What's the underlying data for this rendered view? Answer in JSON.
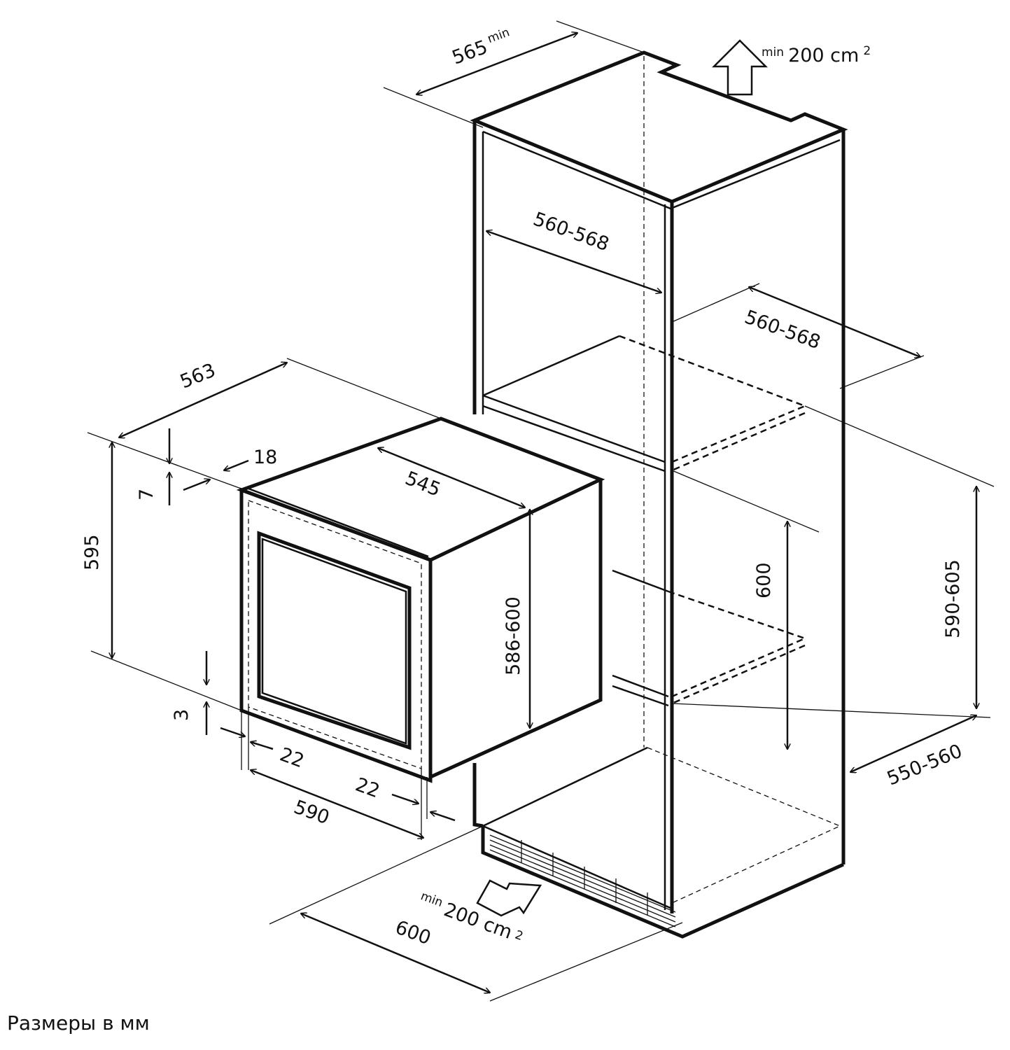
{
  "diagram": {
    "labels": {
      "cabinet_top_depth": "565",
      "cabinet_top_depth_suffix": "min",
      "vent_top_prefix": "min",
      "vent_top_value": "200 cm",
      "vent_top_exp": "2",
      "niche_inner_width": "560-568",
      "niche_width": "560-568",
      "oven_depth_total": "563",
      "door_thickness": "18",
      "door_top_offset": "7",
      "oven_body_width": "545",
      "oven_front_height": "595",
      "oven_body_height": "586-600",
      "niche_height_min": "600",
      "niche_height": "590-605",
      "door_bottom_offset": "3",
      "side_offset_left": "22",
      "side_offset_right": "22",
      "oven_front_width": "590",
      "niche_depth": "550-560",
      "vent_bottom_prefix": "min",
      "vent_bottom_value": "200 cm",
      "vent_bottom_exp": "2",
      "cabinet_width": "600"
    },
    "caption": "Размеры в мм"
  }
}
